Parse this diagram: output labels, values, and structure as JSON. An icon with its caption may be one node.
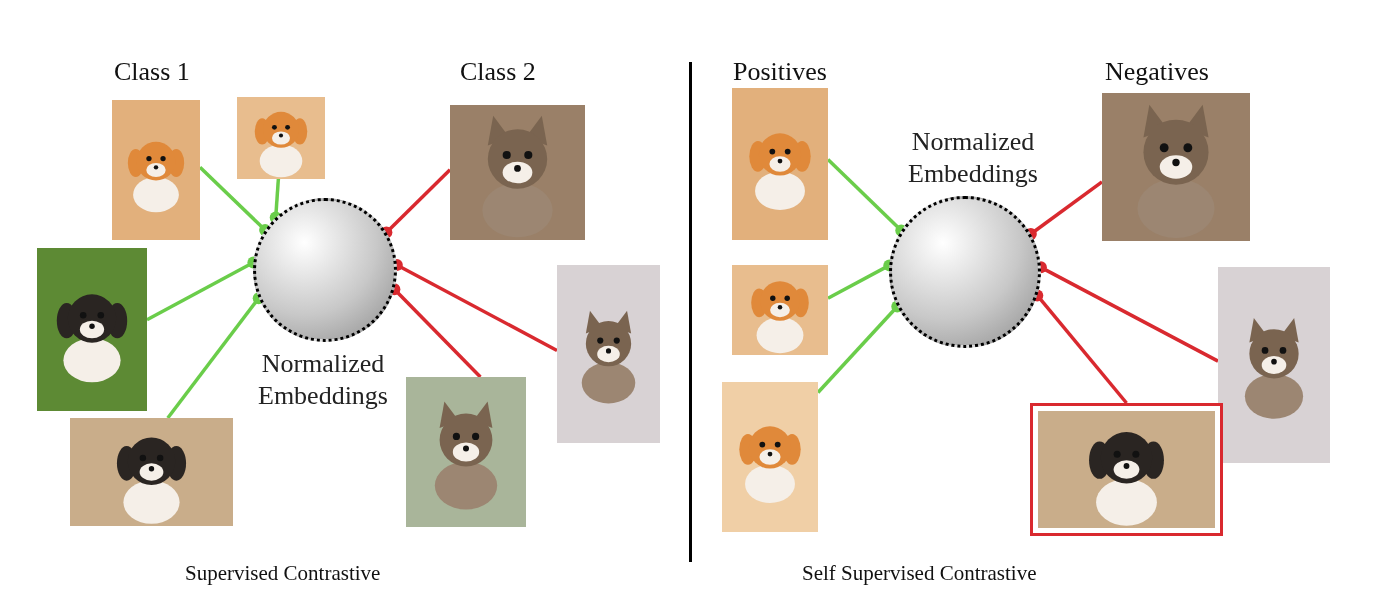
{
  "diagram": {
    "nodes": [
      {
        "text": [],
        "shape": "circle",
        "beside": [
          "Normalized Embeddings"
        ]
      },
      {
        "text": [],
        "shape": "picture"
      },
      {
        "text": [],
        "shape": "picture"
      },
      {
        "text": [],
        "shape": "picture"
      },
      {
        "text": [],
        "shape": "picture"
      },
      {
        "text": [],
        "shape": "picture"
      },
      {
        "text": [],
        "shape": "picture"
      },
      {
        "text": [],
        "shape": "picture"
      },
      {
        "text": [],
        "shape": "circle",
        "beside": [
          "Normalized Embeddings"
        ]
      },
      {
        "text": [],
        "shape": "picture"
      },
      {
        "text": [],
        "shape": "picture"
      },
      {
        "text": [],
        "shape": "picture"
      },
      {
        "text": [],
        "shape": "picture"
      },
      {
        "text": [],
        "shape": "picture"
      },
      {
        "text": [],
        "shape": "picture"
      }
    ],
    "edges": [
      {
        "from": 1,
        "to": 0,
        "arrow": "other",
        "color": "#6acd4a"
      },
      {
        "from": 2,
        "to": 0,
        "arrow": "other",
        "color": "#6acd4a"
      },
      {
        "from": 3,
        "to": 0,
        "arrow": "other",
        "color": "#6acd4a"
      },
      {
        "from": 4,
        "to": 0,
        "arrow": "other",
        "color": "#6acd4a"
      },
      {
        "from": 5,
        "to": 0,
        "arrow": "other",
        "color": "#d9292f"
      },
      {
        "from": 6,
        "to": 0,
        "arrow": "other",
        "color": "#d9292f"
      },
      {
        "from": 7,
        "to": 0,
        "arrow": "other",
        "color": "#d9292f"
      },
      {
        "from": 9,
        "to": 8,
        "arrow": "other",
        "color": "#6acd4a"
      },
      {
        "from": 10,
        "to": 8,
        "arrow": "other",
        "color": "#6acd4a"
      },
      {
        "from": 11,
        "to": 8,
        "arrow": "other",
        "color": "#6acd4a"
      },
      {
        "from": 12,
        "to": 8,
        "arrow": "other",
        "color": "#d9292f"
      },
      {
        "from": 13,
        "to": 8,
        "arrow": "other",
        "color": "#d9292f"
      },
      {
        "from": 14,
        "to": 8,
        "arrow": "other",
        "color": "#d9292f"
      }
    ],
    "labels": [
      "Class 1",
      "Class 2",
      "Positives",
      "Negatives",
      "Supervised Contrastive",
      "Self Supervised Contrastive"
    ]
  }
}
